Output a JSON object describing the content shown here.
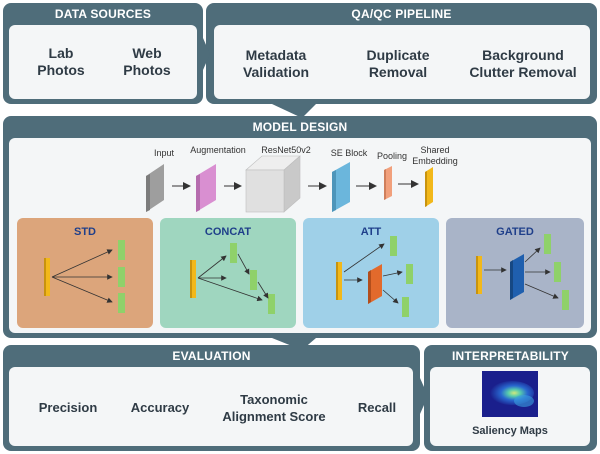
{
  "data_sources": {
    "title": "DATA SOURCES",
    "items": [
      "Lab\nPhotos",
      "Web\nPhotos"
    ]
  },
  "qaqc": {
    "title": "QA/QC PIPELINE",
    "items": [
      "Metadata\nValidation",
      "Duplicate\nRemoval",
      "Background\nClutter Removal"
    ]
  },
  "model_design": {
    "title": "MODEL DESIGN",
    "pipeline": [
      "Input",
      "Augmentation",
      "ResNet50v2",
      "SE Block",
      "Pooling",
      "Shared\nEmbedding"
    ],
    "variants": [
      {
        "name": "STD",
        "bg": "#dca57b",
        "title_color": "#1f3f8a"
      },
      {
        "name": "CONCAT",
        "bg": "#9fd6bf",
        "title_color": "#1f3f8a"
      },
      {
        "name": "ATT",
        "bg": "#9fd0e8",
        "title_color": "#1f3f8a"
      },
      {
        "name": "GATED",
        "bg": "#a9b4c8",
        "title_color": "#1f3f8a"
      }
    ]
  },
  "evaluation": {
    "title": "EVALUATION",
    "items": [
      "Precision",
      "Accuracy",
      "Taxonomic\nAlignment Score",
      "Recall"
    ]
  },
  "interpretability": {
    "title": "INTERPRETABILITY",
    "caption": "Saliency Maps"
  },
  "colors": {
    "panel": "#4f6d7a",
    "inner": "#f4f6f7",
    "embedding": "#f2b81a",
    "head": "#8fd16a",
    "input": "#9e9e9e",
    "augmentation": "#d98fd1",
    "se_block": "#6bb6dc",
    "pooling": "#f1a07c",
    "att": "#e26a2c",
    "gate": "#1f5fae"
  }
}
